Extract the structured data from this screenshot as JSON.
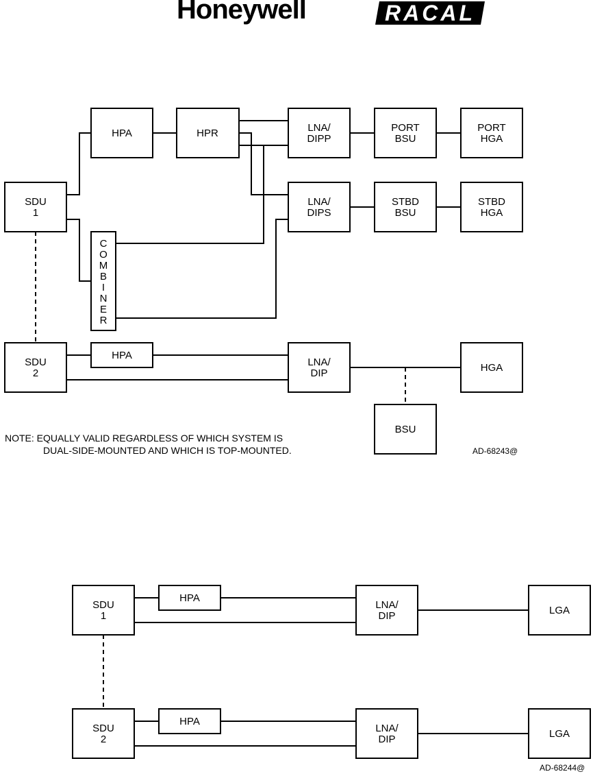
{
  "header": {
    "brand1": "Honeywell",
    "brand2": "RACAL"
  },
  "fig1": {
    "hpa_top": "HPA",
    "hpr": "HPR",
    "lna_dipp": [
      "LNA/",
      "DIPP"
    ],
    "port_bsu": [
      "PORT",
      "BSU"
    ],
    "port_hga": [
      "PORT",
      "HGA"
    ],
    "sdu1": [
      "SDU",
      "1"
    ],
    "lna_dips": [
      "LNA/",
      "DIPS"
    ],
    "stbd_bsu": [
      "STBD",
      "BSU"
    ],
    "stbd_hga": [
      "STBD",
      "HGA"
    ],
    "combiner": [
      "C",
      "O",
      "M",
      "B",
      "I",
      "N",
      "E",
      "R"
    ],
    "sdu2": [
      "SDU",
      "2"
    ],
    "hpa_bottom": "HPA",
    "lna_dip": [
      "LNA/",
      "DIP"
    ],
    "hga": "HGA",
    "bsu": "BSU",
    "note_line1": "NOTE:  EQUALLY VALID REGARDLESS OF WHICH SYSTEM IS",
    "note_line2": "DUAL-SIDE-MOUNTED AND WHICH IS TOP-MOUNTED.",
    "ref": "AD-68243@"
  },
  "fig2": {
    "sdu1": [
      "SDU",
      "1"
    ],
    "hpa1": "HPA",
    "lna1": [
      "LNA/",
      "DIP"
    ],
    "lga1": "LGA",
    "sdu2": [
      "SDU",
      "2"
    ],
    "hpa2": "HPA",
    "lna2": [
      "LNA/",
      "DIP"
    ],
    "lga2": "LGA",
    "ref": "AD-68244@"
  }
}
